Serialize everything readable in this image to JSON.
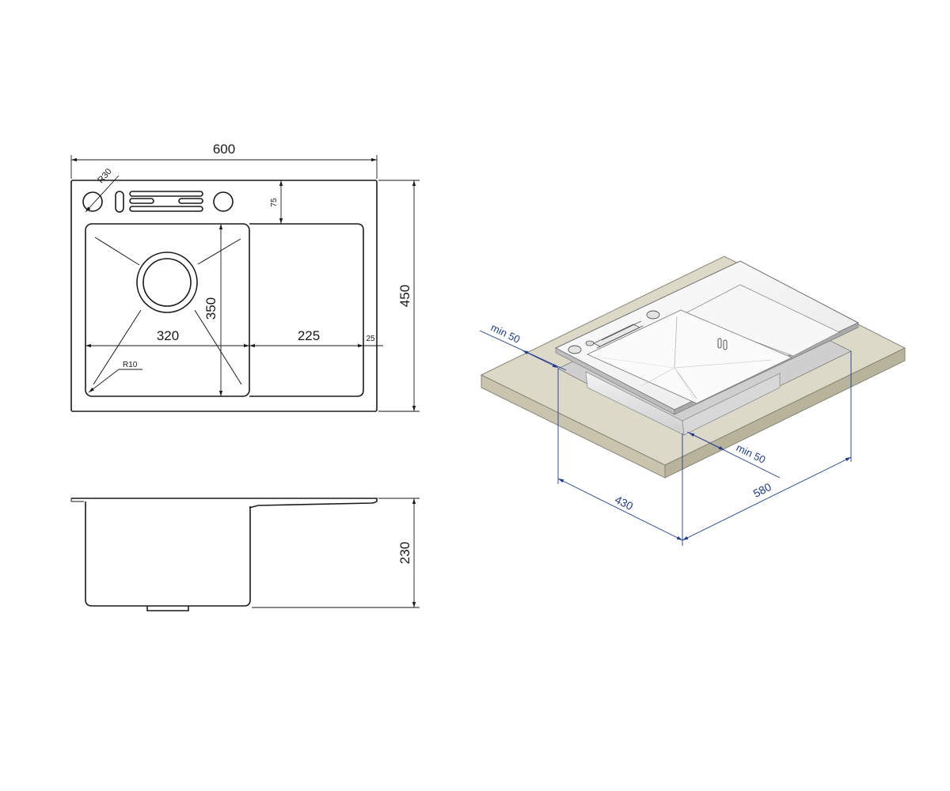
{
  "top_view": {
    "width_label": "600",
    "height_label": "450",
    "radius_corner_label": "R30",
    "offset_top_label": "75",
    "bowl_height_label": "350",
    "bowl_width_label": "320",
    "drainer_width_label": "225",
    "rim_label": "25",
    "inner_radius_label": "R10"
  },
  "side_view": {
    "depth_label": "230"
  },
  "install_view": {
    "countertop_color": "#ddd9c8",
    "dimension_color": "#1f3a93",
    "min_left_label": "min 50",
    "min_right_label": "min 50",
    "cutout_width_label": "430",
    "cutout_length_label": "580"
  }
}
